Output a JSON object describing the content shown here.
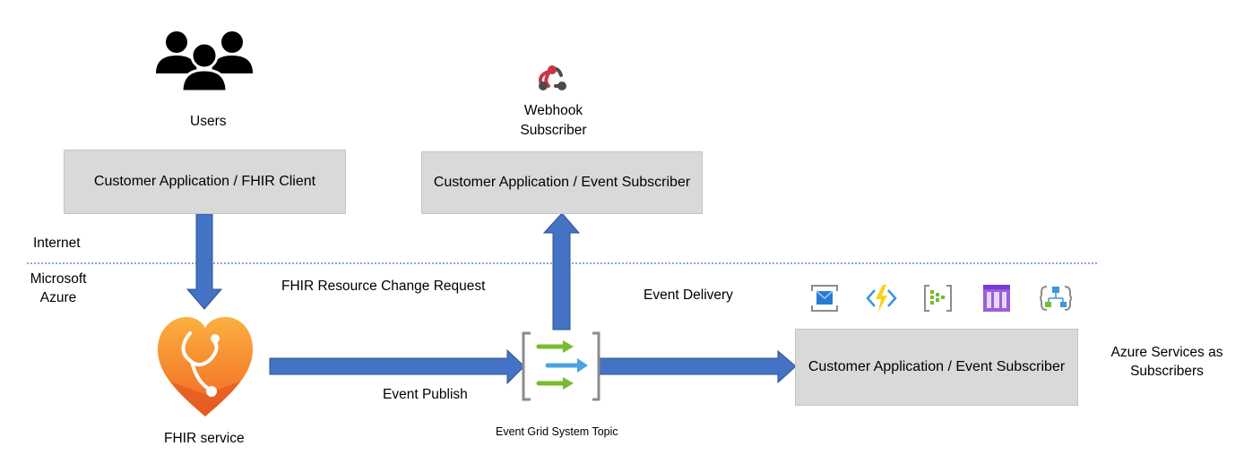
{
  "labels": {
    "users": "Users",
    "webhook_line1": "Webhook",
    "webhook_line2": "Subscriber",
    "internet": "Internet",
    "microsoft_azure_line1": "Microsoft",
    "microsoft_azure_line2": "Azure",
    "fhir_resource_change_request": "FHIR Resource Change Request",
    "event_delivery": "Event Delivery",
    "event_publish": "Event Publish",
    "fhir_service": "FHIR service",
    "event_grid_system_topic": "Event Grid System Topic",
    "azure_services_line1": "Azure Services as",
    "azure_services_line2": "Subscribers"
  },
  "boxes": {
    "fhir_client": "Customer Application / FHIR Client",
    "webhook_subscriber_app": "Customer Application / Event Subscriber",
    "azure_subscriber_app": "Customer Application / Event Subscriber"
  },
  "icons": {
    "users": "users-group-icon",
    "webhook": "webhook-icon",
    "fhir": "fhir-heart-stethoscope-icon",
    "event_grid": "event-grid-topic-icon",
    "azure_services": [
      "storage-queue-icon",
      "azure-functions-icon",
      "event-hubs-icon",
      "service-bus-icon",
      "logic-apps-icon"
    ]
  },
  "colors": {
    "arrow_fill": "#4472c4",
    "arrow_stroke": "#2f528f",
    "box_fill": "#d9d9d9",
    "divider": "#4472c4",
    "fhir_orange": "#f7941d"
  }
}
